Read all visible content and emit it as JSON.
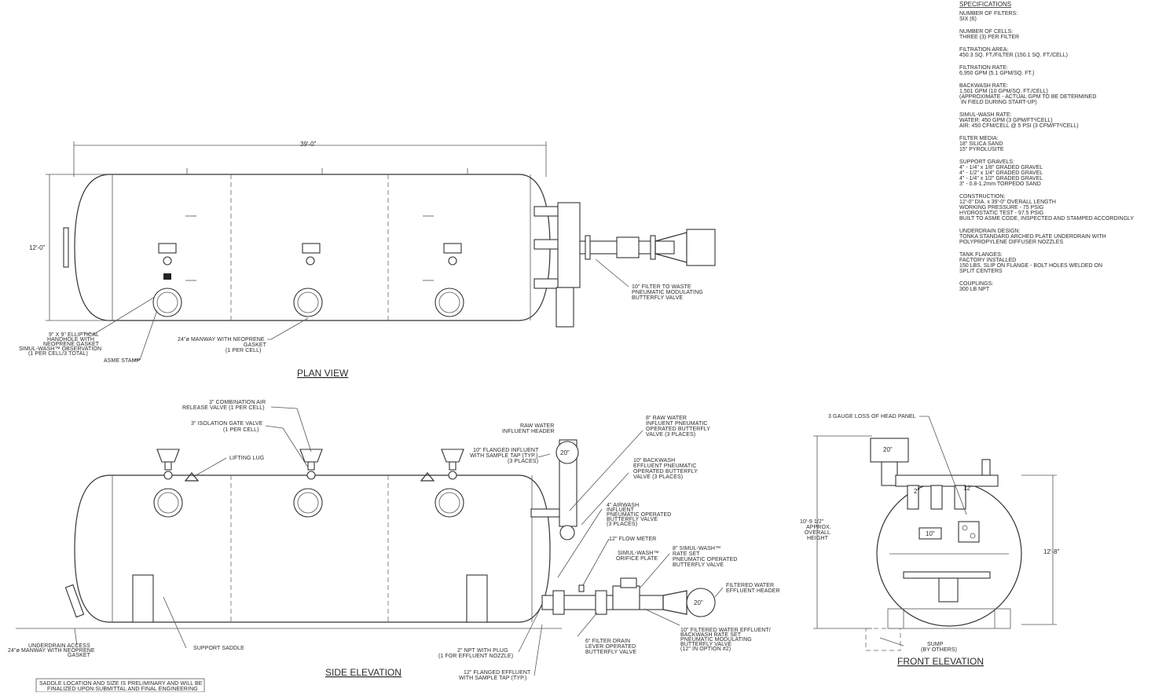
{
  "views": {
    "plan": "PLAN VIEW",
    "side": "SIDE ELEVATION",
    "front": "FRONT ELEVATION"
  },
  "dimensions": {
    "length": "39'-0\"",
    "diameter": "12'-0\"",
    "diameter_front": "12'-8\"",
    "height_front": [
      "10'-9 1/2\"",
      "APPROX.",
      "OVERALL",
      "HEIGHT"
    ],
    "pipe_20": "20\"",
    "pipe_12": "12\"",
    "pipe_10": "10\"",
    "pipe_2": "2\""
  },
  "plan_callouts": {
    "waste_valve": [
      "10\" FILTER TO WASTE",
      "PNEUMATIC MODULATING",
      "BUTTERFLY VALVE"
    ],
    "handhole": [
      "9\" X 9\" ELLIPTICAL",
      "HANDHOLE WITH",
      "NEOPRENE GASKET",
      "SIMUL-WASH™ OBSERVATION",
      "(1 PER CELL/3 TOTAL)"
    ],
    "asme_stamp": "ASME STAMP",
    "manway": [
      "24\"ø MANWAY WITH NEOPRENE",
      "GASKET",
      "(1 PER CELL)"
    ]
  },
  "side_callouts": {
    "air_release": [
      "3\" COMBINATION AIR",
      "RELEASE VALVE (1 PER CELL)"
    ],
    "gate_valve": [
      "3\" ISOLATION GATE VALVE",
      "(1 PER CELL)"
    ],
    "lifting_lug": "LIFTING LUG",
    "raw_header": [
      "RAW WATER",
      "INFLUENT HEADER"
    ],
    "flanged_influent": [
      "10\" FLANGED INFLUENT",
      "WITH SAMPLE TAP (TYP.)",
      "(3 PLACES)"
    ],
    "raw_valve": [
      "8\" RAW WATER",
      "INFLUENT PNEUMATIC",
      "OPERATED BUTTERFLY",
      "VALVE (3 PLACES)"
    ],
    "backwash_valve": [
      "10\" BACKWASH",
      "EFFLUENT PNEUMATIC",
      "OPERATED BUTTERFLY",
      "VALVE (3 PLACES)"
    ],
    "airwash": [
      "4\" AIRWASH",
      "INFLUENT",
      "PNEUMATIC OPERATED",
      "BUTTERFLY VALVE",
      "(3 PLACES)"
    ],
    "flow_meter": "12\" FLOW METER",
    "orifice": [
      "SIMUL-WASH™",
      "ORIFICE PLATE"
    ],
    "simul_valve": [
      "8\" SIMUL-WASH™",
      "RATE SET",
      "PNEUMATIC OPERATED",
      "BUTTERFLY VALVE"
    ],
    "filtered_header": [
      "FILTERED WATER",
      "EFFLUENT HEADER"
    ],
    "underdrain": [
      "UNDERDRAIN ACCESS",
      "24\"ø MANWAY WITH NEOPRENE",
      "GASKET"
    ],
    "saddle": "SUPPORT SADDLE",
    "npt_plug": [
      "2\" NPT WITH PLUG",
      "(1 FOR EFFLUENT NOZZLE)"
    ],
    "drain_valve": [
      "6\" FILTER DRAIN",
      "LEVER OPERATED",
      "BUTTERFLY VALVE"
    ],
    "filtered_valve": [
      "10\" FILTERED WATER EFFLUENT/",
      "BACKWASH RATE SET",
      "PNEUMATIC MODULATING",
      "BUTTERFLY VALVE",
      "(12\" IN OPTION #2)"
    ],
    "flanged_effluent": [
      "12\" FLANGED EFFLUENT",
      "WITH SAMPLE TAP (TYP.)"
    ],
    "note": [
      "SADDLE LOCATION AND SIZE IS PRELIMINARY AND WILL BE",
      "FINALIZED UPON SUBMITTAL AND FINAL ENGINEERING"
    ]
  },
  "front_callouts": {
    "gauge_panel": "3 GAUGE LOSS OF HEAD PANEL",
    "sump": [
      "SUMP",
      "(BY OTHERS)"
    ]
  },
  "specifications": {
    "heading": "SPECIFICATIONS",
    "groups": [
      [
        "NUMBER OF FILTERS:",
        "SIX (6)"
      ],
      [
        "NUMBER OF CELLS:",
        "THREE (3) PER FILTER"
      ],
      [
        "FILTRATION AREA:",
        "450.3 SQ. FT./FILTER (150.1 SQ. FT./CELL)"
      ],
      [
        "FILTRATION RATE:",
        "6,950 GPM (5.1 GPM/SQ. FT.)"
      ],
      [
        "BACKWASH RATE:",
        "1,501 GPM (10 GPM/SQ. FT./CELL)",
        "(APPROXIMATE - ACTUAL GPM TO BE DETERMINED",
        "  IN FIELD DURING START-UP)"
      ],
      [
        "SIMUL-WASH RATE:",
        "WATER: 450 GPM (3 GPM/FT²/CELL)",
        "AIR: 450 CFM/CELL @ 5 PSI (3 CFM/FT²/CELL)"
      ],
      [
        "FILTER MEDIA:",
        "18\" SILICA SAND",
        "15\" PYROLUSITE"
      ],
      [
        "SUPPORT GRAVELS:",
        "4\" - 1/4\" x 1/8\" GRADED GRAVEL",
        "4\" - 1/2\" x 1/4\" GRADED GRAVEL",
        "4\" - 1/4\" x 1/2\" GRADED GRAVEL",
        "3\" - 0.8-1.2mm TORPEDO SAND"
      ],
      [
        "CONSTRUCTION:",
        "12'-0\" DIA. x 39'-0\" OVERALL LENGTH",
        "WORKING PRESSURE - 75 PSIG",
        "HYDROSTATIC TEST - 97.5 PSIG",
        "BUILT TO ASME CODE, INSPECTED AND STAMPED ACCORDINGLY"
      ],
      [
        "UNDERDRAIN DESIGN:",
        "TONKA STANDARD ARCHED PLATE UNDERDRAIN WITH",
        "POLYPROPYLENE DIFFUSER NOZZLES"
      ],
      [
        "TANK FLANGES:",
        "FACTORY INSTALLED",
        "150 LBS. SLIP ON FLANGE -  BOLT HOLES WELDED ON",
        "SPLIT CENTERS"
      ],
      [
        "COUPLINGS:",
        "300 LB NPT"
      ]
    ]
  }
}
